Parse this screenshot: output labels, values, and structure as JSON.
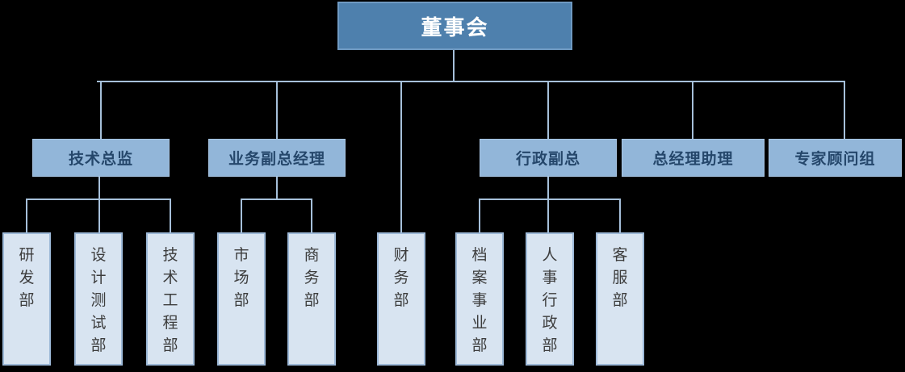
{
  "colors": {
    "background": "#000000",
    "line": "#a6c0da",
    "level1_fill": "#4e80ad",
    "level1_border": "#6f9ac2",
    "level1_text": "#ffffff",
    "level2_fill": "#92b6d9",
    "level2_border": "#a9c6e4",
    "level2_text": "#25476b",
    "level3_fill": "#d8e4f1",
    "level3_border": "#9db9d8",
    "level3_text": "#3c3c3c"
  },
  "org": {
    "root": {
      "label": "董事会"
    },
    "managers": [
      {
        "label": "技术总监",
        "parent": "董事会"
      },
      {
        "label": "业务副总经理",
        "parent": "董事会"
      },
      {
        "label": "行政副总",
        "parent": "董事会"
      },
      {
        "label": "总经理助理",
        "parent": "董事会"
      },
      {
        "label": "专家顾问组",
        "parent": "董事会"
      }
    ],
    "departments": [
      {
        "label": "研发部",
        "parent": "技术总监"
      },
      {
        "label": "设计测试部",
        "parent": "技术总监"
      },
      {
        "label": "技术工程部",
        "parent": "技术总监"
      },
      {
        "label": "市场部",
        "parent": "业务副总经理"
      },
      {
        "label": "商务部",
        "parent": "业务副总经理"
      },
      {
        "label": "财务部",
        "parent": "董事会"
      },
      {
        "label": "档案事业部",
        "parent": "行政副总"
      },
      {
        "label": "人事行政部",
        "parent": "行政副总"
      },
      {
        "label": "客服部",
        "parent": "行政副总"
      }
    ]
  }
}
